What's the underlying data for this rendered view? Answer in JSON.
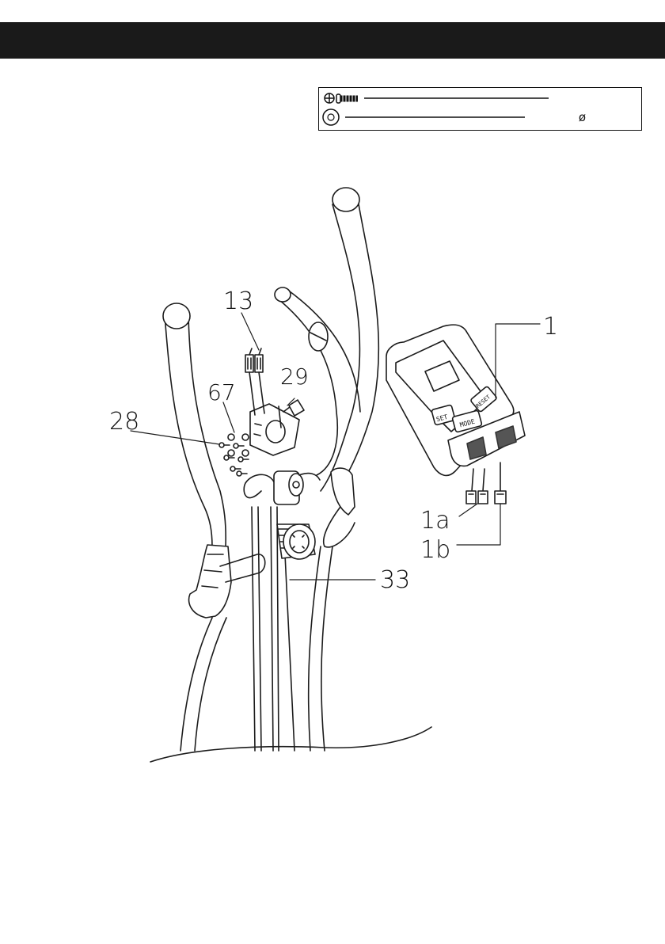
{
  "header": {
    "title": ""
  },
  "hardware": {
    "bolt_row": {
      "name": "",
      "quantity": ""
    },
    "washer_row": {
      "name": "",
      "quantity": "",
      "diameter_symbol": "ø"
    }
  },
  "callouts": [
    {
      "id": "callout-13",
      "label": "13"
    },
    {
      "id": "callout-29",
      "label": "29"
    },
    {
      "id": "callout-67",
      "label": "67"
    },
    {
      "id": "callout-28",
      "label": "28"
    },
    {
      "id": "callout-1",
      "label": "1"
    },
    {
      "id": "callout-1a",
      "label": "1a"
    },
    {
      "id": "callout-1b",
      "label": "1b"
    },
    {
      "id": "callout-33",
      "label": "33"
    }
  ],
  "console": {
    "buttons": {
      "set": "SET",
      "mode": "MODE",
      "reset": "RESET"
    }
  }
}
